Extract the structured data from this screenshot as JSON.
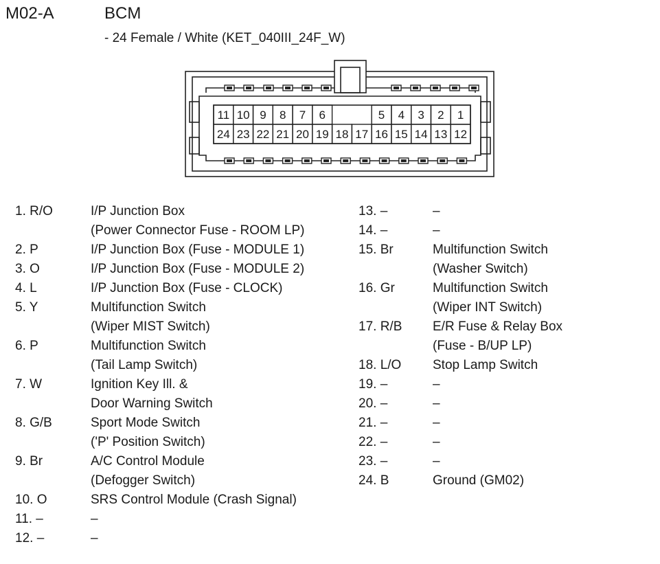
{
  "header": {
    "connector_id": "M02-A",
    "component": "BCM",
    "subtitle": "- 24 Female / White (KET_040III_24F_W)"
  },
  "connector": {
    "top_row": [
      "11",
      "10",
      "9",
      "8",
      "7",
      "6",
      "",
      "",
      "5",
      "4",
      "3",
      "2",
      "1"
    ],
    "bottom_row": [
      "24",
      "23",
      "22",
      "21",
      "20",
      "19",
      "18",
      "17",
      "16",
      "15",
      "14",
      "13",
      "12"
    ]
  },
  "pins_left": [
    {
      "pin": "1. R/O",
      "func": [
        "I/P Junction Box",
        "(Power Connector Fuse - ROOM LP)"
      ]
    },
    {
      "pin": "2. P",
      "func": [
        "I/P Junction Box (Fuse - MODULE 1)"
      ]
    },
    {
      "pin": "3. O",
      "func": [
        "I/P Junction Box (Fuse - MODULE 2)"
      ]
    },
    {
      "pin": "4. L",
      "func": [
        "I/P Junction Box (Fuse - CLOCK)"
      ]
    },
    {
      "pin": "5. Y",
      "func": [
        "Multifunction Switch",
        "(Wiper MIST Switch)"
      ]
    },
    {
      "pin": "6. P",
      "func": [
        "Multifunction Switch",
        "(Tail Lamp Switch)"
      ]
    },
    {
      "pin": "7. W",
      "func": [
        "Ignition Key Ill. &",
        "Door Warning Switch"
      ]
    },
    {
      "pin": "8. G/B",
      "func": [
        "Sport Mode Switch",
        "('P' Position Switch)"
      ]
    },
    {
      "pin": "9. Br",
      "func": [
        "A/C Control Module",
        "(Defogger Switch)"
      ]
    },
    {
      "pin": "10. O",
      "func": [
        "SRS Control Module (Crash Signal)"
      ]
    },
    {
      "pin": "11. –",
      "func": [
        "–"
      ]
    },
    {
      "pin": "12. –",
      "func": [
        "–"
      ]
    }
  ],
  "pins_right": [
    {
      "pin": "13. –",
      "func": [
        "–"
      ]
    },
    {
      "pin": "14. –",
      "func": [
        "–"
      ]
    },
    {
      "pin": "15. Br",
      "func": [
        "Multifunction Switch",
        "(Washer Switch)"
      ]
    },
    {
      "pin": "16. Gr",
      "func": [
        "Multifunction Switch",
        "(Wiper INT Switch)"
      ]
    },
    {
      "pin": "17. R/B",
      "func": [
        "E/R Fuse & Relay Box",
        "(Fuse - B/UP LP)"
      ]
    },
    {
      "pin": "18. L/O",
      "func": [
        "Stop Lamp Switch"
      ]
    },
    {
      "pin": "19. –",
      "func": [
        "–"
      ]
    },
    {
      "pin": "20. –",
      "func": [
        "–"
      ]
    },
    {
      "pin": "21. –",
      "func": [
        "–"
      ]
    },
    {
      "pin": "22. –",
      "func": [
        "–"
      ]
    },
    {
      "pin": "23. –",
      "func": [
        "–"
      ]
    },
    {
      "pin": "24. B",
      "func": [
        "Ground (GM02)"
      ]
    }
  ]
}
